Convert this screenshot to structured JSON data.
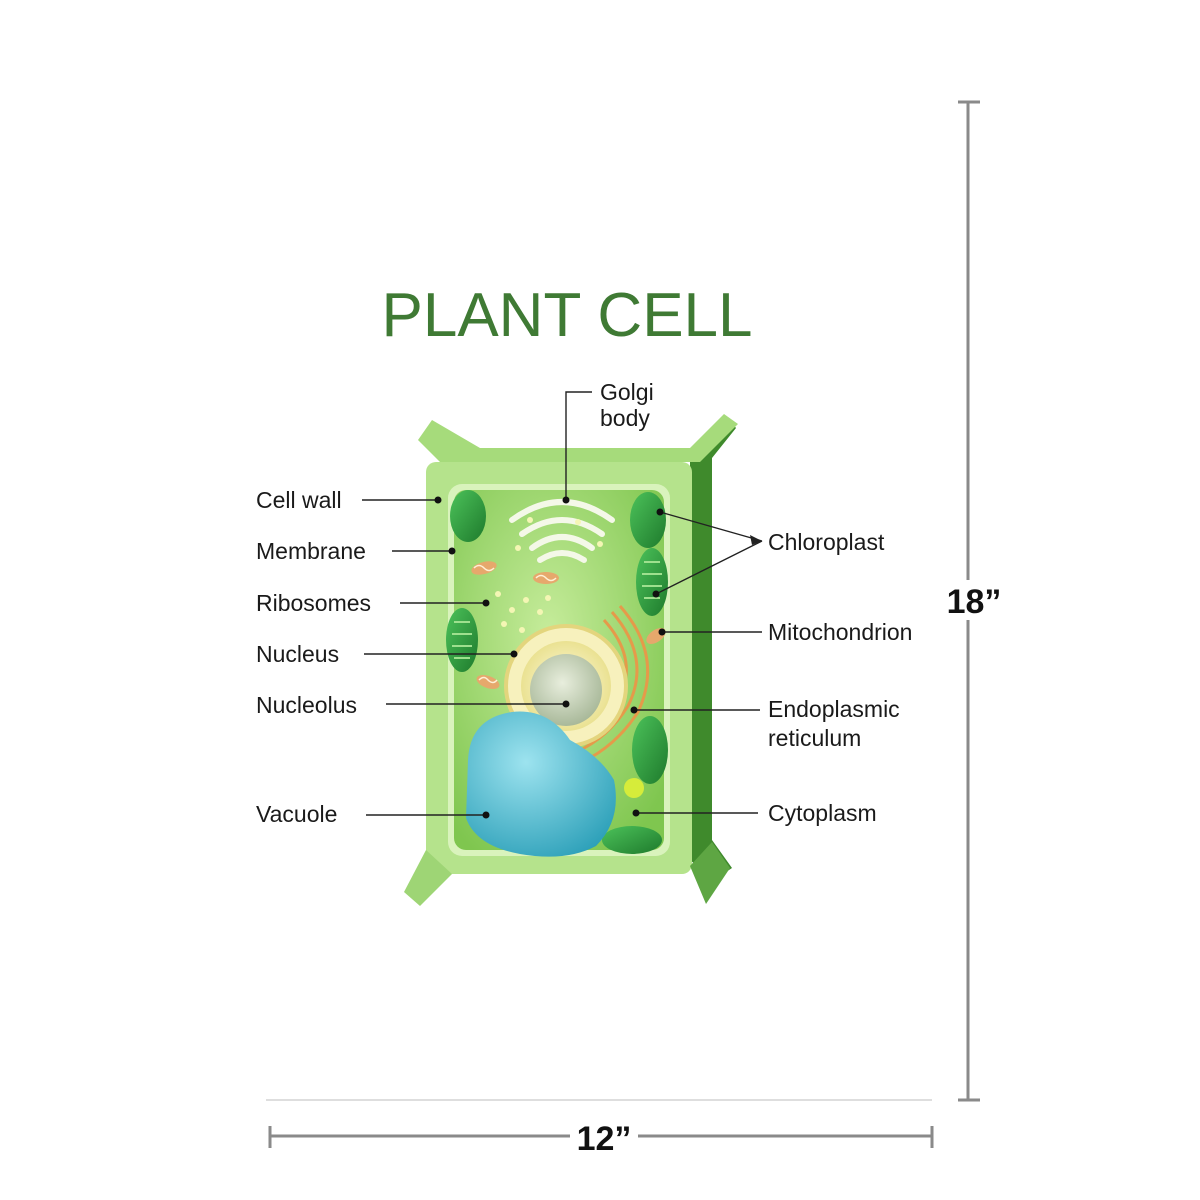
{
  "title": "PLANT CELL",
  "labels": {
    "golgi_line1": "Golgi",
    "golgi_line2": "body",
    "cell_wall": "Cell wall",
    "membrane": "Membrane",
    "ribosomes": "Ribosomes",
    "nucleus": "Nucleus",
    "nucleolus": "Nucleolus",
    "vacuole": "Vacuole",
    "chloroplast": "Chloroplast",
    "mitochondrion": "Mitochondrion",
    "er_line1": "Endoplasmic",
    "er_line2": "reticulum",
    "cytoplasm": "Cytoplasm"
  },
  "dimensions": {
    "height": "18”",
    "width": "12”"
  },
  "colors": {
    "title": "#3f7a34",
    "cell_wall": "#a9dc7f",
    "cell_wall_dark": "#3f8a2c",
    "cytoplasm": "#8fd062",
    "chloroplast": "#2f9a3c",
    "vacuole": "#3fb4cc",
    "nucleus": "#f2eeb0",
    "dimension_line": "#8a8a8a"
  }
}
